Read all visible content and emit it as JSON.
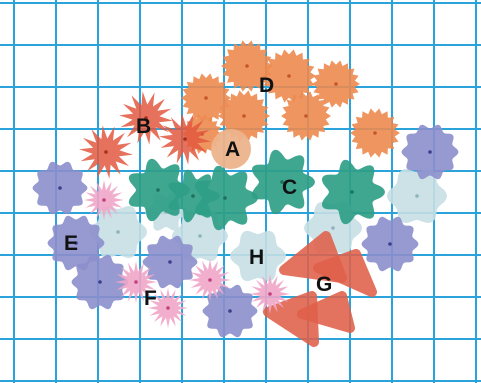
{
  "diagram": {
    "background": "#ffffff",
    "grid_color": "#2aa3db",
    "labels": {
      "a": "A",
      "b": "B",
      "c": "C",
      "d": "D",
      "e": "E",
      "f": "F",
      "g": "G",
      "h": "H"
    },
    "colors": {
      "orange": "#ec8a4f",
      "red_star": "#e2583f",
      "peach": "#ecb38c",
      "teal": "#2f9e87",
      "pale_blue": "#c7dfe4",
      "lavender": "#8c8fcc",
      "pink": "#f0a6c8",
      "triangle_red": "#e0604a"
    }
  }
}
